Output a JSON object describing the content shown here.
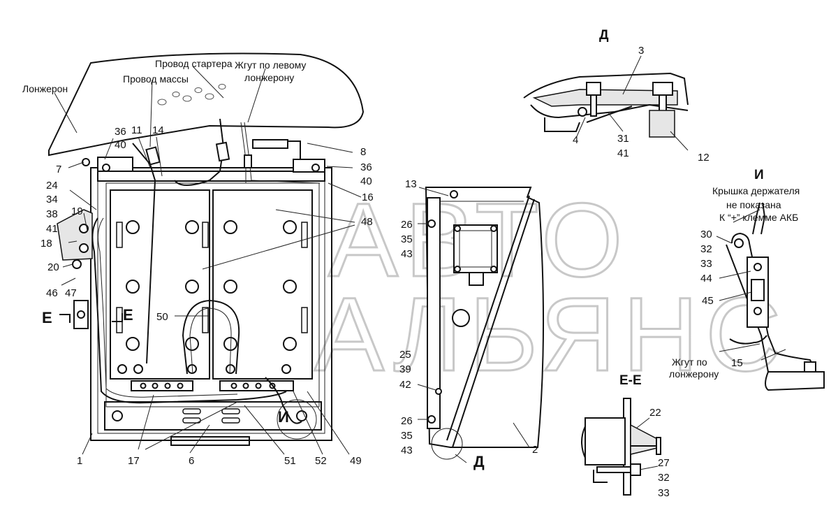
{
  "watermark": {
    "line1": "АВТО",
    "line2": "АЛЬЯНС"
  },
  "views": {
    "d_top": "Д",
    "d_bottom": "Д",
    "i_title": "И",
    "i_note_line1": "Крышка держателя",
    "i_note_line2": "не показана",
    "i_terminal": "К “+” клемме АКБ",
    "ee_title": "Е-Е",
    "e_left": "Е",
    "e_right": "Е",
    "i_small": "И"
  },
  "labels": {
    "longeron": "Лонжерон",
    "starter_wire": "Провод стартера",
    "ground_wire": "Провод массы",
    "harness_left_1": "Жгут по левому",
    "harness_left_2": "лонжерону",
    "harness_1": "Жгут по",
    "harness_2": "лонжерону"
  },
  "callouts": {
    "n36a": "36",
    "n40a": "40",
    "n11": "11",
    "n14": "14",
    "n7": "7",
    "n8": "8",
    "n36b": "36",
    "n40b": "40",
    "n16": "16",
    "n24": "24",
    "n34": "34",
    "n38": "38",
    "n19": "19",
    "n41a": "41",
    "n18": "18",
    "n20": "20",
    "n46": "46",
    "n47": "47",
    "n48": "48",
    "n50": "50",
    "n17": "17",
    "n6": "6",
    "n1": "1",
    "n51": "51",
    "n52": "52",
    "n49": "49",
    "n13": "13",
    "n26a": "26",
    "n35a": "35",
    "n43a": "43",
    "n25": "25",
    "n39": "39",
    "n42": "42",
    "n26b": "26",
    "n35b": "35",
    "n43b": "43",
    "n2": "2",
    "n3": "3",
    "n4": "4",
    "n31": "31",
    "n41b": "41",
    "n12": "12",
    "n30": "30",
    "n32a": "32",
    "n33a": "33",
    "n44": "44",
    "n45": "45",
    "n15": "15",
    "n22": "22",
    "n27": "27",
    "n32b": "32",
    "n33b": "33"
  }
}
